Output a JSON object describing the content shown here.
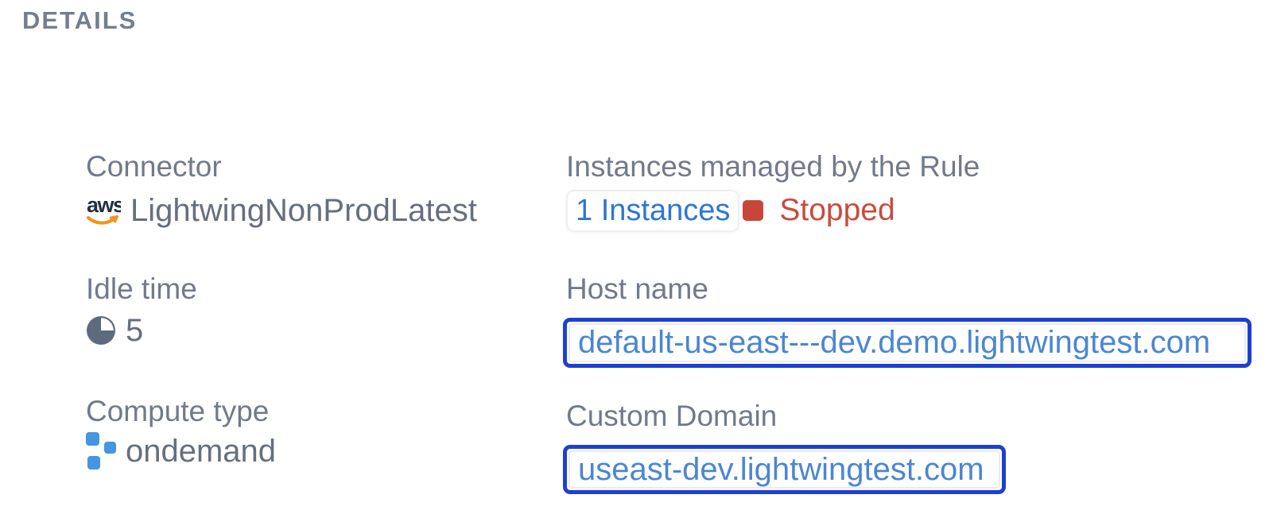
{
  "page": {
    "title": "DETAILS"
  },
  "colors": {
    "label_gray": "#717a8b",
    "value_gray": "#666f7e",
    "link_blue": "#2d77d2",
    "domain_text_blue": "#4b86d2",
    "focus_border_blue": "#1d40d3",
    "stopped_text_red": "#cc4a3d",
    "stopped_square_red": "#c8453a",
    "idle_icon_slate": "#5d6b7e",
    "compute_icon_blue": "#4495e2",
    "aws_logo_dark": "#252f3e",
    "aws_logo_orange": "#f6921e"
  },
  "left_column": {
    "connector": {
      "label": "Connector",
      "icon": "aws-icon",
      "value": "LightwingNonProdLatest"
    },
    "idle_time": {
      "label": "Idle time",
      "icon": "idle-time-icon",
      "value": "5"
    },
    "compute_type": {
      "label": "Compute type",
      "icon": "compute-type-icon",
      "value": "ondemand"
    }
  },
  "right_column": {
    "instances": {
      "label": "Instances managed by the Rule",
      "count_link": "1 Instances",
      "status_icon": "stopped-status-icon",
      "status": "Stopped"
    },
    "host_name": {
      "label": "Host name",
      "value": "default-us-east---dev.demo.lightwingtest.com"
    },
    "custom_domain": {
      "label": "Custom Domain",
      "value": "useast-dev.lightwingtest.com"
    }
  }
}
